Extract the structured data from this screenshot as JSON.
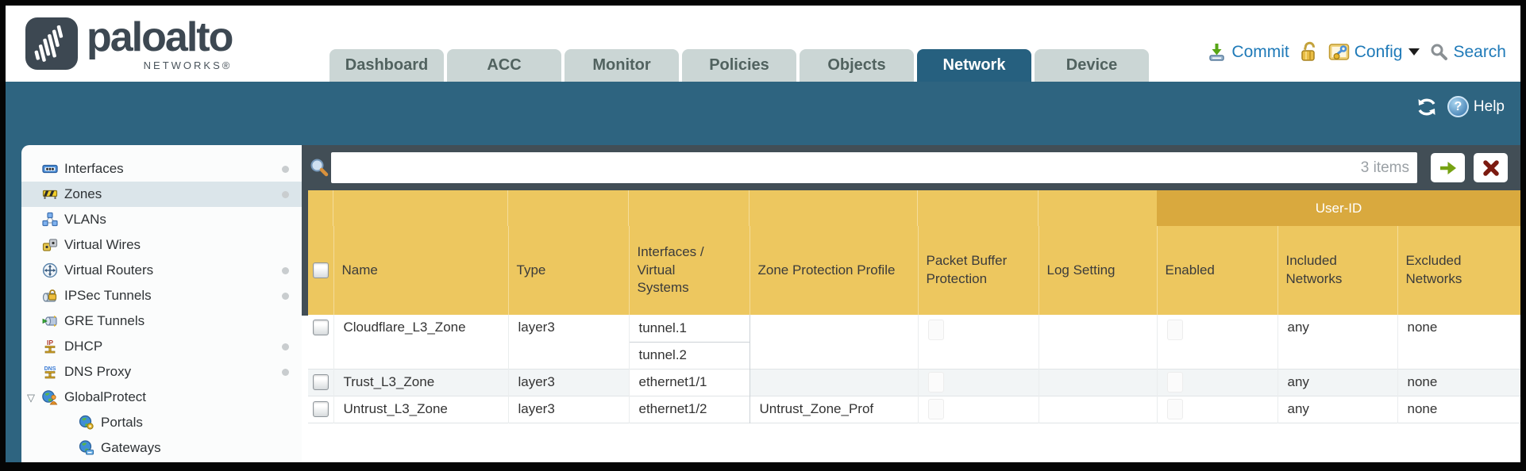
{
  "brand": {
    "name": "paloalto",
    "subname": "NETWORKS®"
  },
  "nav": {
    "tabs": [
      {
        "label": "Dashboard",
        "active": false
      },
      {
        "label": "ACC",
        "active": false
      },
      {
        "label": "Monitor",
        "active": false
      },
      {
        "label": "Policies",
        "active": false
      },
      {
        "label": "Objects",
        "active": false
      },
      {
        "label": "Network",
        "active": true
      },
      {
        "label": "Device",
        "active": false
      }
    ],
    "commit_label": "Commit",
    "config_label": "Config",
    "search_label": "Search"
  },
  "toolbar": {
    "help_label": "Help"
  },
  "sidebar": {
    "items": [
      {
        "label": "Interfaces",
        "icon": "interfaces-icon",
        "has_dot": true,
        "selected": false
      },
      {
        "label": "Zones",
        "icon": "zones-icon",
        "has_dot": true,
        "selected": true
      },
      {
        "label": "VLANs",
        "icon": "vlans-icon",
        "has_dot": false,
        "selected": false
      },
      {
        "label": "Virtual Wires",
        "icon": "virtual-wires-icon",
        "has_dot": false,
        "selected": false
      },
      {
        "label": "Virtual Routers",
        "icon": "virtual-routers-icon",
        "has_dot": true,
        "selected": false
      },
      {
        "label": "IPSec Tunnels",
        "icon": "ipsec-tunnels-icon",
        "has_dot": true,
        "selected": false
      },
      {
        "label": "GRE Tunnels",
        "icon": "gre-tunnels-icon",
        "has_dot": false,
        "selected": false
      },
      {
        "label": "DHCP",
        "icon": "dhcp-icon",
        "has_dot": true,
        "selected": false
      },
      {
        "label": "DNS Proxy",
        "icon": "dns-proxy-icon",
        "has_dot": true,
        "selected": false
      },
      {
        "label": "GlobalProtect",
        "icon": "globalprotect-icon",
        "has_dot": false,
        "selected": false,
        "expanded": true
      },
      {
        "label": "Portals",
        "icon": "portals-icon",
        "has_dot": false,
        "selected": false,
        "child": true
      },
      {
        "label": "Gateways",
        "icon": "gateways-icon",
        "has_dot": false,
        "selected": false,
        "child": true
      }
    ]
  },
  "filter": {
    "value": "",
    "count_label": "3 items"
  },
  "table": {
    "group_header": "User-ID",
    "columns": [
      "Name",
      "Type",
      "Interfaces / Virtual Systems",
      "Zone Protection Profile",
      "Packet Buffer Protection",
      "Log Setting",
      "Enabled",
      "Included Networks",
      "Excluded Networks"
    ],
    "rows": [
      {
        "name": "Cloudflare_L3_Zone",
        "type": "layer3",
        "interfaces": [
          "tunnel.1",
          "tunnel.2"
        ],
        "zone_protection_profile": "",
        "packet_buffer_protection": false,
        "log_setting": "",
        "user_id_enabled": false,
        "included_networks": "any",
        "excluded_networks": "none"
      },
      {
        "name": "Trust_L3_Zone",
        "type": "layer3",
        "interfaces": [
          "ethernet1/1"
        ],
        "zone_protection_profile": "",
        "packet_buffer_protection": false,
        "log_setting": "",
        "user_id_enabled": false,
        "included_networks": "any",
        "excluded_networks": "none"
      },
      {
        "name": "Untrust_L3_Zone",
        "type": "layer3",
        "interfaces": [
          "ethernet1/2"
        ],
        "zone_protection_profile": "Untrust_Zone_Prof",
        "packet_buffer_protection": false,
        "log_setting": "",
        "user_id_enabled": false,
        "included_networks": "any",
        "excluded_networks": "none"
      }
    ]
  },
  "colors": {
    "band_teal": "#2e6480",
    "header_orange": "#edc75f",
    "user_id_gold": "#d9a93e",
    "link_blue": "#4a89a8",
    "action_blue": "#1f7ab8",
    "panel_dark": "#424e56"
  }
}
